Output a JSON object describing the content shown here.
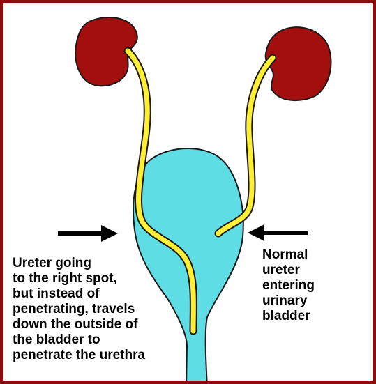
{
  "labels": {
    "left": [
      "Ureter going",
      "to the right spot,",
      "but instead of",
      "penetrating, travels",
      "down the outside of",
      "the bladder to",
      "penetrate the urethra"
    ],
    "right": [
      "Normal",
      "ureter",
      "entering",
      "urinary",
      "bladder"
    ]
  },
  "colors": {
    "border": "#8b0e0e",
    "kidney": "#a30f0f",
    "bladder": "#5fdde5",
    "ureter_fill": "#ffee33",
    "outline": "#1a1a1a",
    "arrow": "#000000"
  }
}
